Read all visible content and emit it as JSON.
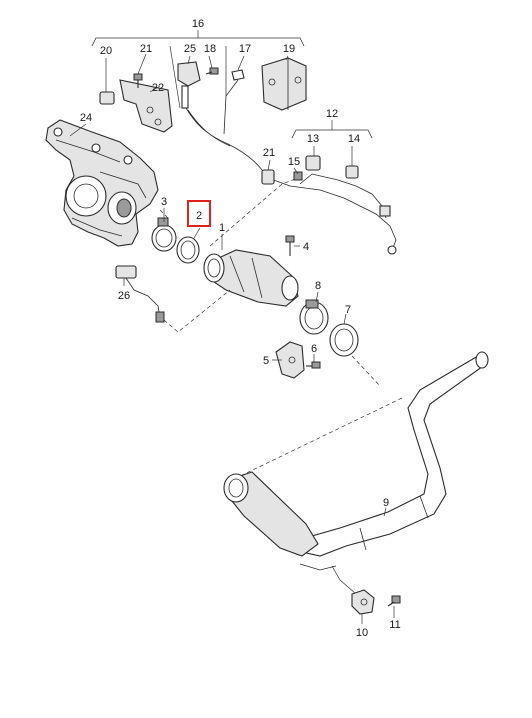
{
  "labels": {
    "p1": "1",
    "p2": "2",
    "p3": "3",
    "p4": "4",
    "p5": "5",
    "p6": "6",
    "p7": "7",
    "p8": "8",
    "p9": "9",
    "p10": "10",
    "p11": "11",
    "p12": "12",
    "p13": "13",
    "p14": "14",
    "p15": "15",
    "p16": "16",
    "p17": "17",
    "p18": "18",
    "p19": "19",
    "p20": "20",
    "p21a": "21",
    "p21b": "21",
    "p22": "22",
    "p24": "24",
    "p25": "25",
    "p26": "26"
  },
  "highlight": {
    "part": "2",
    "color": "#e0231c"
  }
}
